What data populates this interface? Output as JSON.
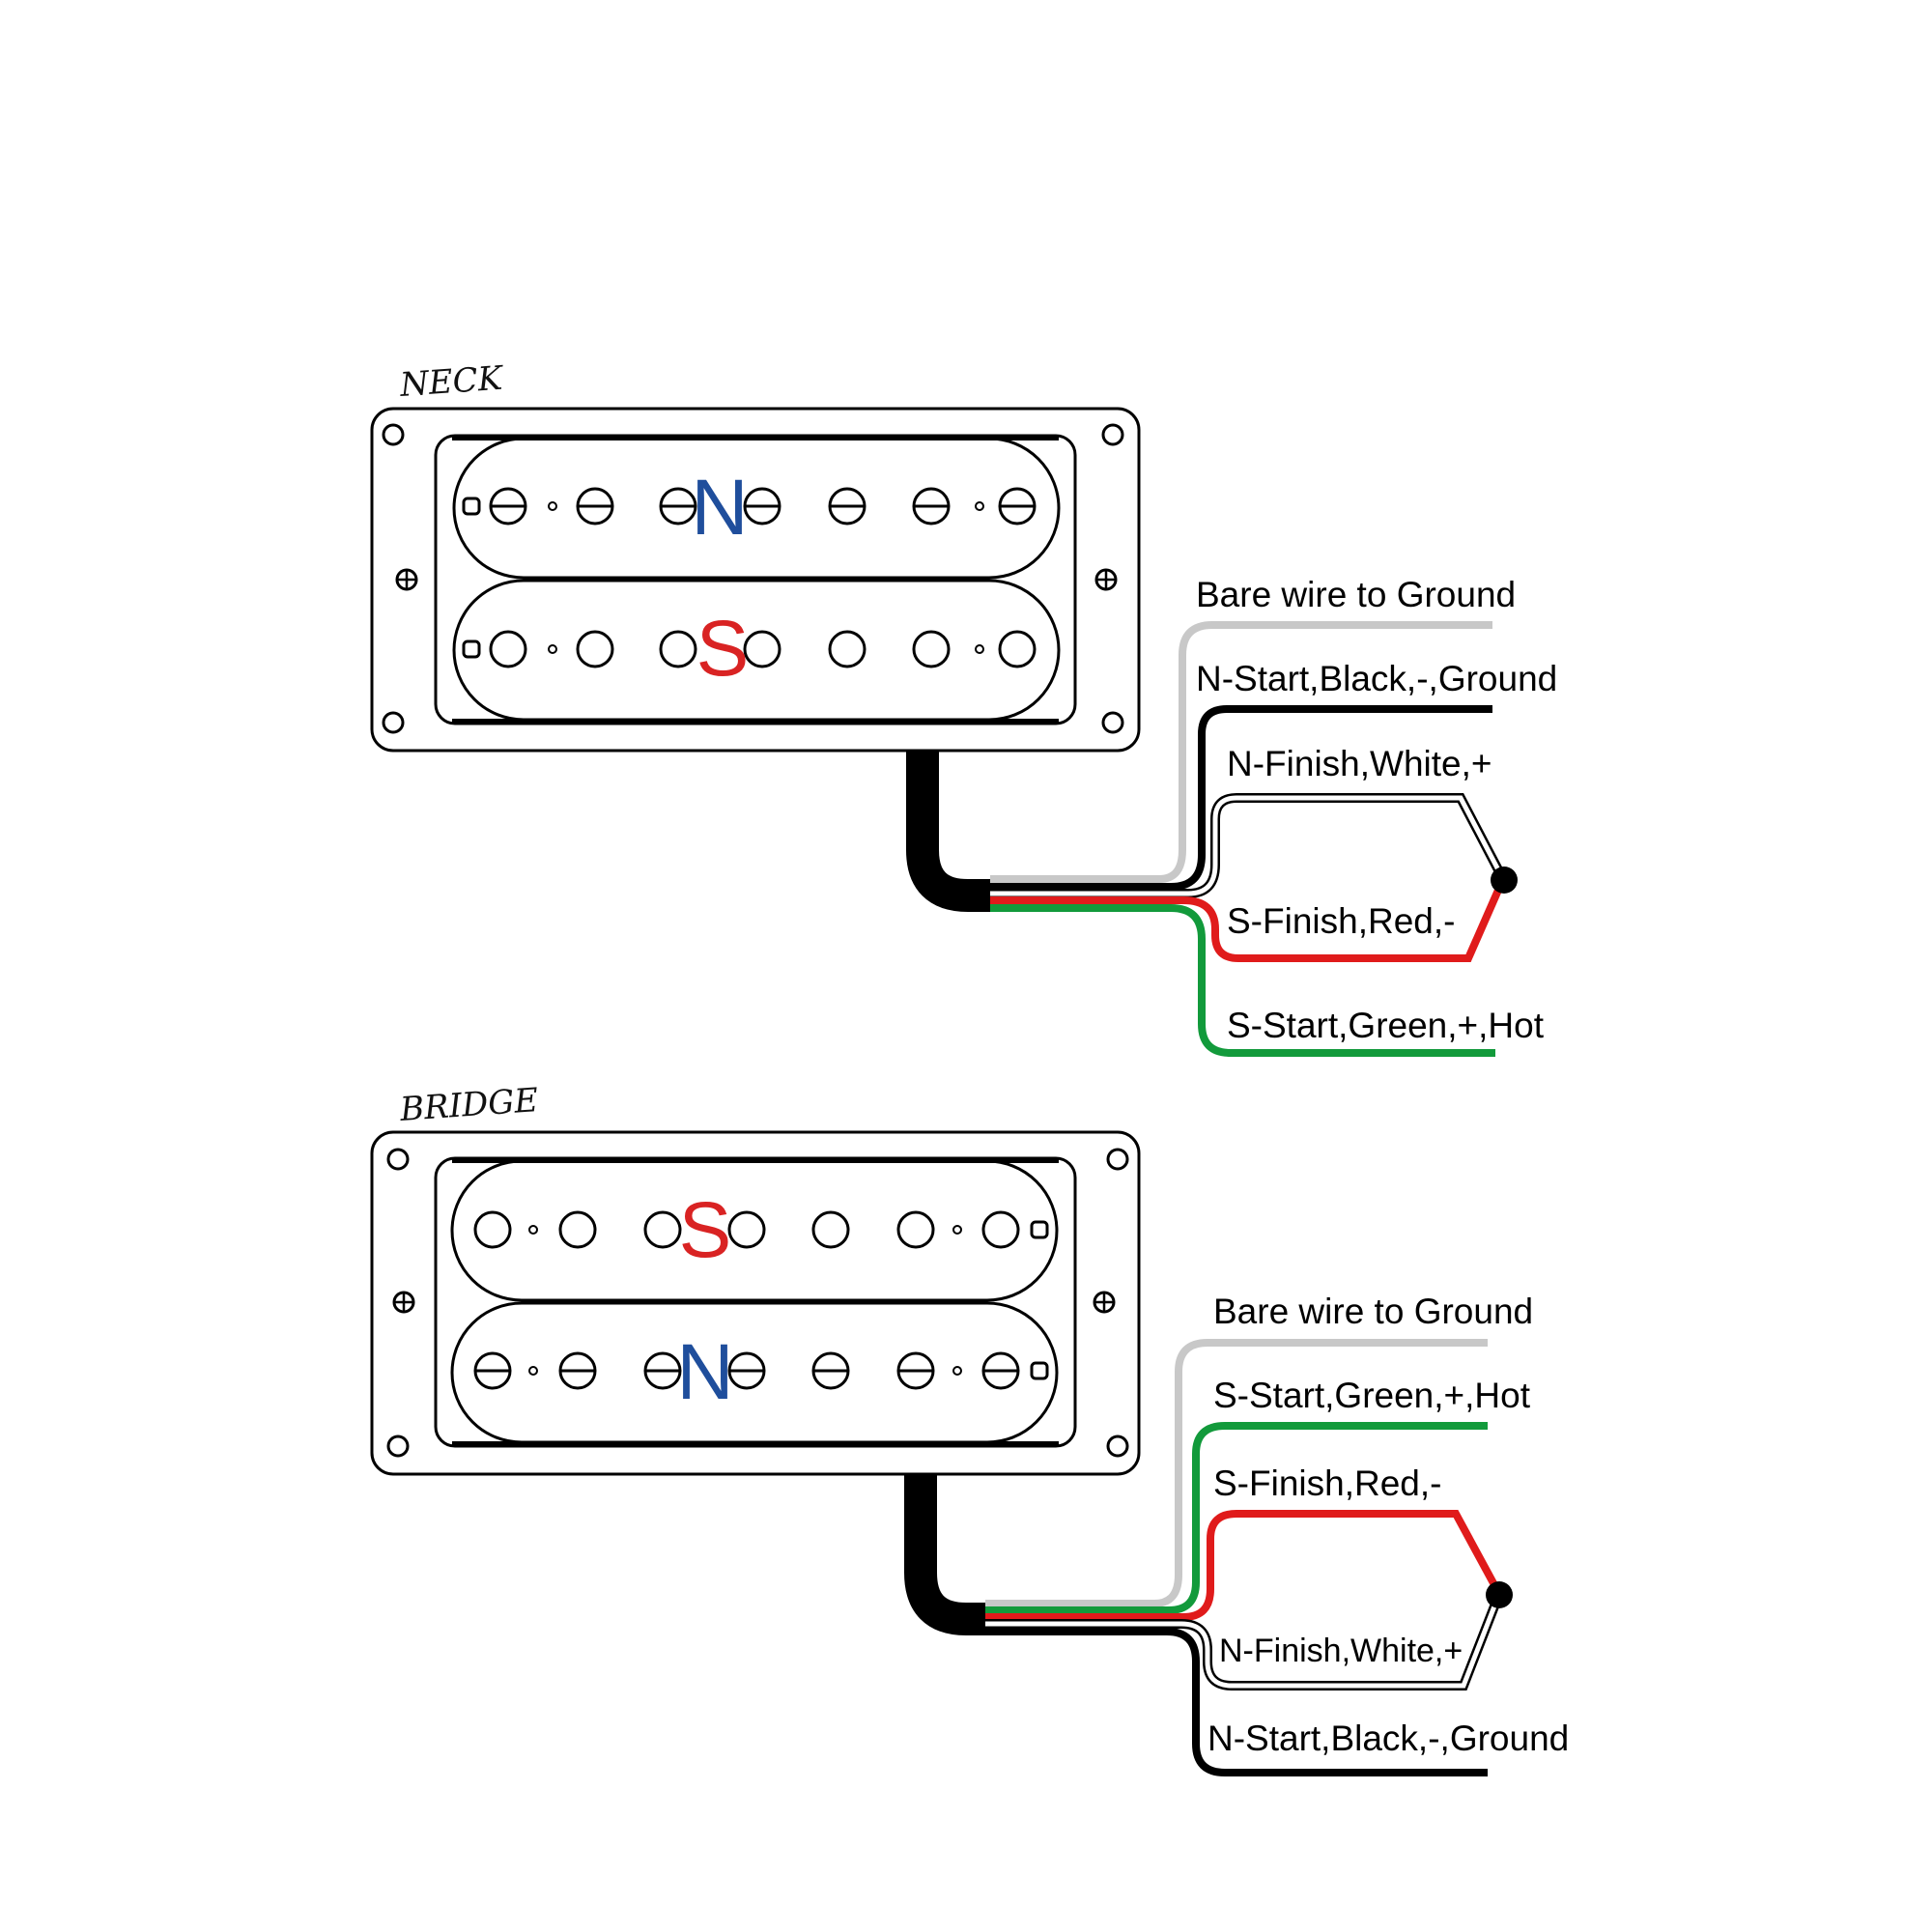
{
  "neck": {
    "title": "NECK",
    "top_coil_letter": "N",
    "bottom_coil_letter": "S",
    "wires": [
      {
        "label": "Bare wire to Ground",
        "color": "#c8c8c8"
      },
      {
        "label": "N-Start,Black,-,Ground",
        "color": "#000000"
      },
      {
        "label": "N-Finish,White,+",
        "color": "#ffffff"
      },
      {
        "label": "S-Finish,Red,-",
        "color": "#e01b1b"
      },
      {
        "label": "S-Start,Green,+,Hot",
        "color": "#129a3b"
      }
    ]
  },
  "bridge": {
    "title": "BRIDGE",
    "top_coil_letter": "S",
    "bottom_coil_letter": "N",
    "wires": [
      {
        "label": "Bare wire to Ground",
        "color": "#c8c8c8"
      },
      {
        "label": "S-Start,Green,+,Hot",
        "color": "#129a3b"
      },
      {
        "label": "S-Finish,Red,-",
        "color": "#e01b1b"
      },
      {
        "label": "N-Finish,White,+",
        "color": "#ffffff"
      },
      {
        "label": "N-Start,Black,-,Ground",
        "color": "#000000"
      }
    ]
  },
  "colors": {
    "north": "#1f4e9c",
    "south": "#d92323",
    "outline": "#000000"
  }
}
